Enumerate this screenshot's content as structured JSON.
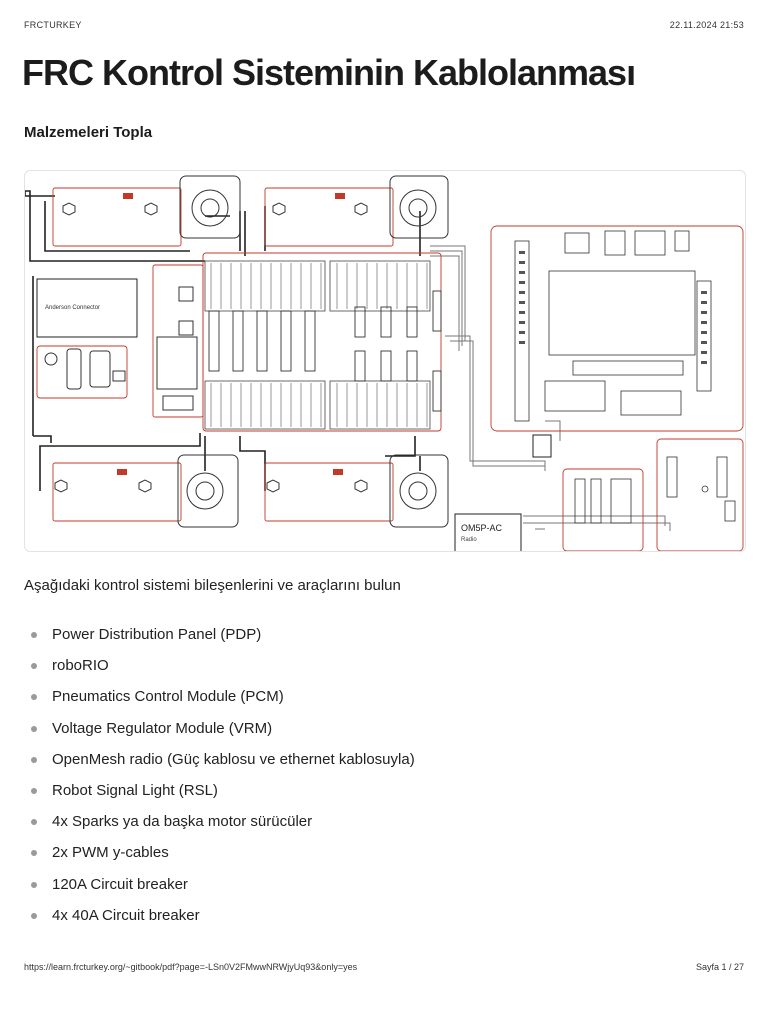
{
  "header": {
    "site": "FRCTURKEY",
    "datetime": "22.11.2024 21:53"
  },
  "title": "FRC Kontrol Sisteminin Kablolanması",
  "section_heading": "Malzemeleri Topla",
  "diagram": {
    "labels": {
      "anderson": "Anderson Connector",
      "radio_title": "OM5P-AC",
      "radio_sub": "Radio"
    }
  },
  "intro": "Aşağıdaki kontrol sistemi bileşenlerini ve araçlarını bulun",
  "items": [
    "Power Distribution Panel (PDP)",
    "roboRIO",
    "Pneumatics Control Module (PCM)",
    "Voltage Regulator Module (VRM)",
    "OpenMesh radio (Güç kablosu ve ethernet kablosuyla)",
    "Robot Signal Light (RSL)",
    "4x Sparks ya da başka motor sürücüler",
    "2x PWM y-cables",
    "120A Circuit breaker",
    "4x 40A Circuit breaker"
  ],
  "footer": {
    "url": "https://learn.frcturkey.org/~gitbook/pdf?page=-LSn0V2FMwwNRWjyUq93&only=yes",
    "page": "Sayfa 1 / 27"
  }
}
